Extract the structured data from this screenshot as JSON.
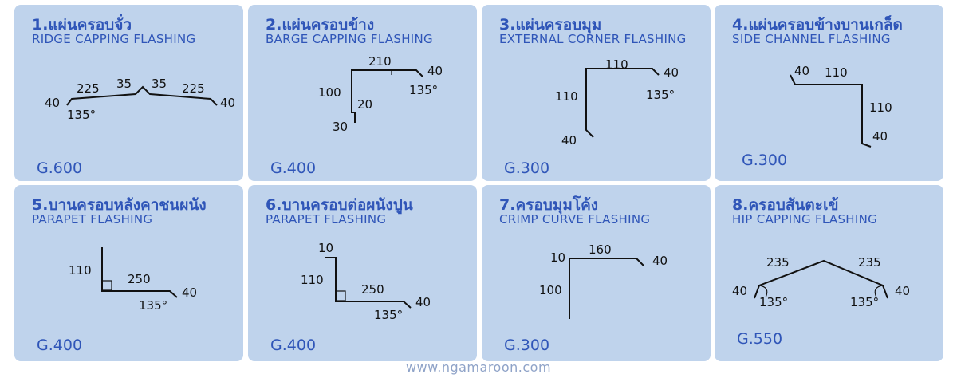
{
  "cards": [
    {
      "title": "1.แผ่นครอบจั่ว",
      "subtitle": "RIDGE CAPPING FLASHING",
      "grade": "G.600",
      "dims": [
        "40",
        "225",
        "35",
        "35",
        "225",
        "40"
      ],
      "angle": "135°"
    },
    {
      "title": "2.แผ่นครอบข้าง",
      "subtitle": "BARGE CAPPING FLASHING",
      "grade": "G.400",
      "dims": [
        "210",
        "40",
        "100",
        "20",
        "30"
      ],
      "angle": "135°"
    },
    {
      "title": "3.แผ่นครอบมุม",
      "subtitle": "EXTERNAL CORNER FLASHING",
      "grade": "G.300",
      "dims": [
        "110",
        "40",
        "110",
        "40"
      ],
      "angle": "135°"
    },
    {
      "title": "4.แผ่นครอบข้างบานเกล็ด",
      "subtitle": "SIDE CHANNEL FLASHING",
      "grade": "G.300",
      "dims": [
        "40",
        "110",
        "110",
        "40"
      ]
    },
    {
      "title": "5.บานครอบหลังคาชนผนัง",
      "subtitle": "PARAPET FLASHING",
      "grade": "G.400",
      "dims": [
        "110",
        "250",
        "40"
      ],
      "angle": "135°"
    },
    {
      "title": "6.บานครอบต่อผนังปูน",
      "subtitle": "PARAPET FLASHING",
      "grade": "G.400",
      "dims": [
        "10",
        "110",
        "250",
        "40"
      ],
      "angle": "135°"
    },
    {
      "title": "7.ครอบมุมโค้ง",
      "subtitle": "CRIMP CURVE FLASHING",
      "grade": "G.300",
      "dims": [
        "10",
        "160",
        "40",
        "100"
      ]
    },
    {
      "title": "8.ครอบสันตะเข้",
      "subtitle": "HIP CAPPING FLASHING",
      "grade": "G.550",
      "dims": [
        "235",
        "235",
        "40",
        "40"
      ],
      "angles": [
        "135°",
        "135°"
      ]
    }
  ],
  "footer": "www.ngamaroon.com"
}
